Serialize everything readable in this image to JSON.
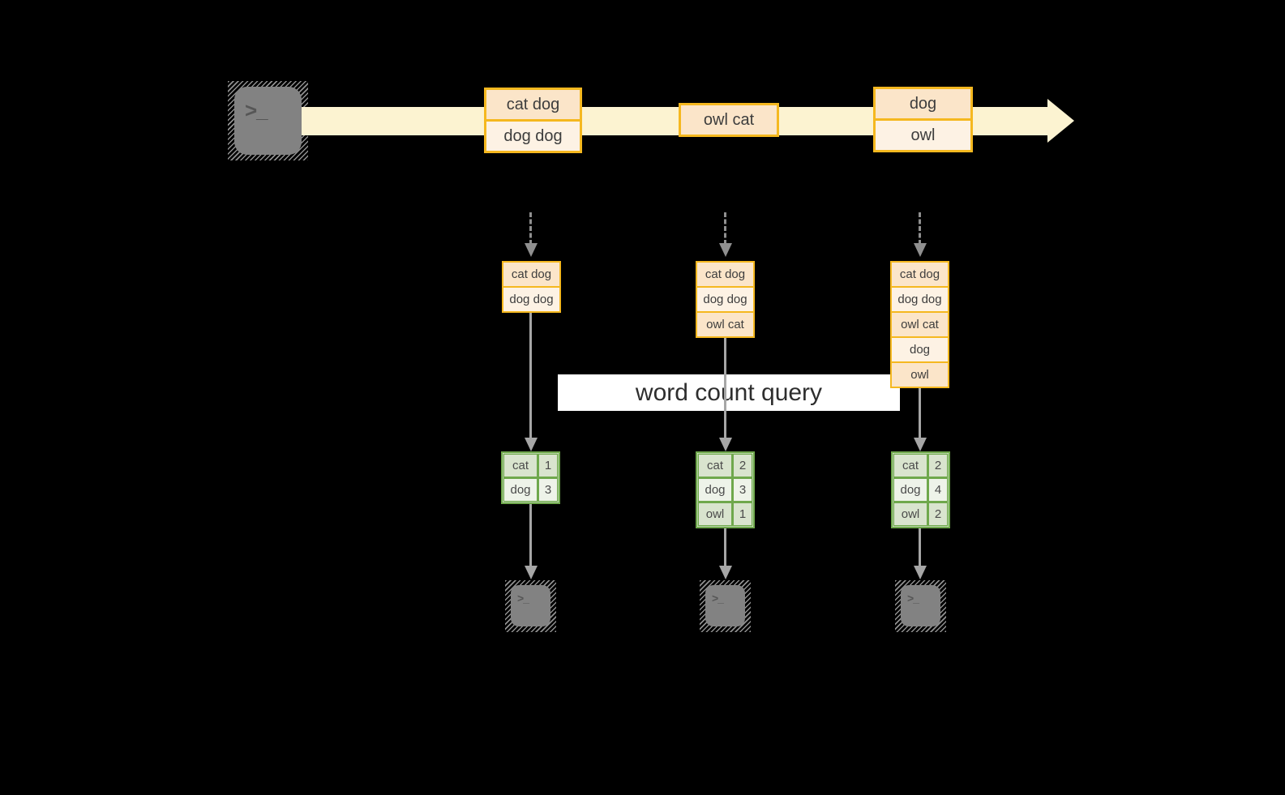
{
  "colors": {
    "background": "#000000",
    "stream_fill": "#FCF3D1",
    "event_border": "#F5B81F",
    "event_fill_dark": "#FBE5C9",
    "event_fill_light": "#FDF2E4",
    "table_border": "#6FA84C",
    "table_fill_dark": "#D9E4CE",
    "table_fill_light": "#EEF3E9",
    "arrow_gray": "#A6A6A6",
    "dashed_arrow_gray": "#8F8F8F",
    "terminal_gray": "#828282",
    "banner_background": "#FFFFFF",
    "text_dark": "#3D3D3D"
  },
  "terminal_glyph": ">_",
  "stream": {
    "events": [
      {
        "rows": [
          "cat dog",
          "dog dog"
        ]
      },
      {
        "rows": [
          "owl cat"
        ]
      },
      {
        "rows": [
          "dog",
          "owl"
        ]
      }
    ]
  },
  "query_banner": {
    "label": "word count query"
  },
  "columns": [
    {
      "state_rows": [
        "cat dog",
        "dog dog"
      ],
      "counts": [
        {
          "word": "cat",
          "count": "1"
        },
        {
          "word": "dog",
          "count": "3"
        }
      ]
    },
    {
      "state_rows": [
        "cat dog",
        "dog dog",
        "owl cat"
      ],
      "counts": [
        {
          "word": "cat",
          "count": "2"
        },
        {
          "word": "dog",
          "count": "3"
        },
        {
          "word": "owl",
          "count": "1"
        }
      ]
    },
    {
      "state_rows": [
        "cat dog",
        "dog dog",
        "owl cat",
        "dog",
        "owl"
      ],
      "counts": [
        {
          "word": "cat",
          "count": "2"
        },
        {
          "word": "dog",
          "count": "4"
        },
        {
          "word": "owl",
          "count": "2"
        }
      ]
    }
  ]
}
